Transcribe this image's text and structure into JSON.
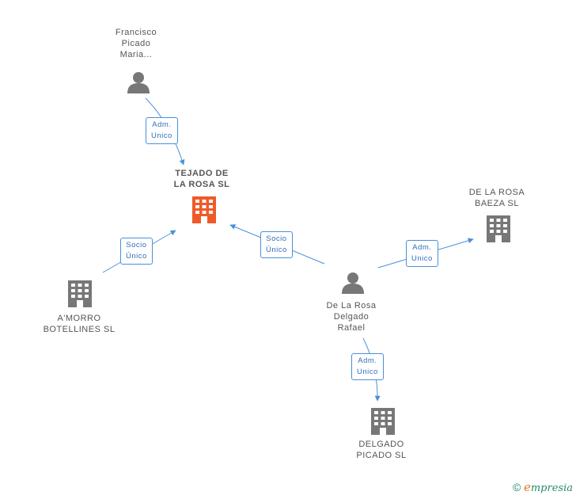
{
  "nodes": {
    "francisco": {
      "lines": [
        "Francisco",
        "Picado",
        "Maria..."
      ],
      "kind": "person"
    },
    "tejado": {
      "lines": [
        "TEJADO DE",
        "LA ROSA SL"
      ],
      "kind": "company-main"
    },
    "delarosa_baeza": {
      "lines": [
        "DE LA ROSA",
        "BAEZA SL"
      ],
      "kind": "company"
    },
    "amorro": {
      "lines": [
        "A'MORRO",
        "BOTELLINES  SL"
      ],
      "kind": "company"
    },
    "rafael": {
      "lines": [
        "De La Rosa",
        "Delgado",
        "Rafael"
      ],
      "kind": "person"
    },
    "delgado_picado": {
      "lines": [
        "DELGADO",
        "PICADO SL"
      ],
      "kind": "company"
    }
  },
  "edges": {
    "francisco_tejado": {
      "lines": [
        "Adm.",
        "Unico"
      ]
    },
    "amorro_tejado": {
      "lines": [
        "Socio",
        "Único"
      ]
    },
    "rafael_tejado": {
      "lines": [
        "Socio",
        "Único"
      ]
    },
    "rafael_baeza": {
      "lines": [
        "Adm.",
        "Unico"
      ]
    },
    "rafael_delgado": {
      "lines": [
        "Adm.",
        "Unico"
      ]
    }
  },
  "footer": {
    "copyright": "©",
    "brand_e": "e",
    "brand_rest": "mpresia"
  },
  "colors": {
    "main_company": "#f05a28",
    "node": "#777777",
    "edge": "#4a90d9"
  }
}
